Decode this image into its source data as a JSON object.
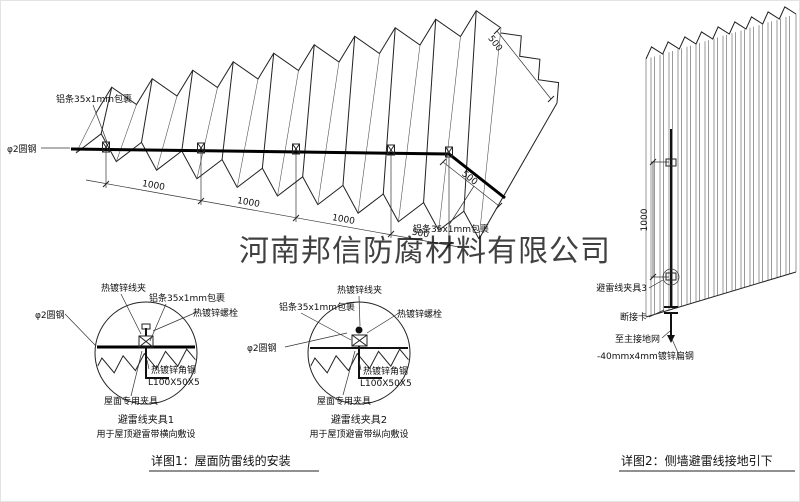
{
  "watermark": {
    "text": "河南邦信防腐材料有限公司"
  },
  "colors": {
    "red": "#cc3333",
    "watermark": "#95a0aa",
    "line": "#222222"
  },
  "roof_view": {
    "strip_label_top": "铝条35x1mm包裹",
    "rod_label": "φ2圆钢",
    "strip_label_bottom": "铝条35x1mm包裹",
    "dim_1": "1000",
    "dim_2": "1000",
    "dim_3": "1000",
    "dim_4": "500",
    "dim_end": "500",
    "dim_drop": "500"
  },
  "detail_1": {
    "clamp_label": "热镀锌线夹",
    "strip_label": "铝条35x1mm包裹",
    "bolt_label": "热镀锌螺栓",
    "rod_label": "φ2圆钢",
    "angle_label": "热镀锌角钢",
    "angle_size": "L100X50X5",
    "fixture_label": "屋面专用夹具",
    "title": "避雷线夹具1",
    "subtitle": "用于屋顶避雷带横向敷设"
  },
  "detail_2": {
    "clamp_label": "热镀锌线夹",
    "strip_label": "铝条35x1mm包裹",
    "bolt_label": "热镀锌螺栓",
    "rod_label": "φ2圆钢",
    "angle_label": "热镀锌角钢",
    "angle_size": "L100X50X5",
    "fixture_label": "屋面专用夹具",
    "title": "避雷线夹具2",
    "subtitle": "用于屋顶避雷带纵向敷设"
  },
  "wall_view": {
    "dim": "1000",
    "clamp_label": "避雷线夹具3",
    "link_label": "断接卡",
    "ground_label": "至主接地网",
    "steel_label": "-40mmx4mm镀锌扁钢"
  },
  "captions": {
    "fig1": "详图1：屋面防雷线的安装",
    "fig2": "详图2：侧墙避雷线接地引下"
  }
}
